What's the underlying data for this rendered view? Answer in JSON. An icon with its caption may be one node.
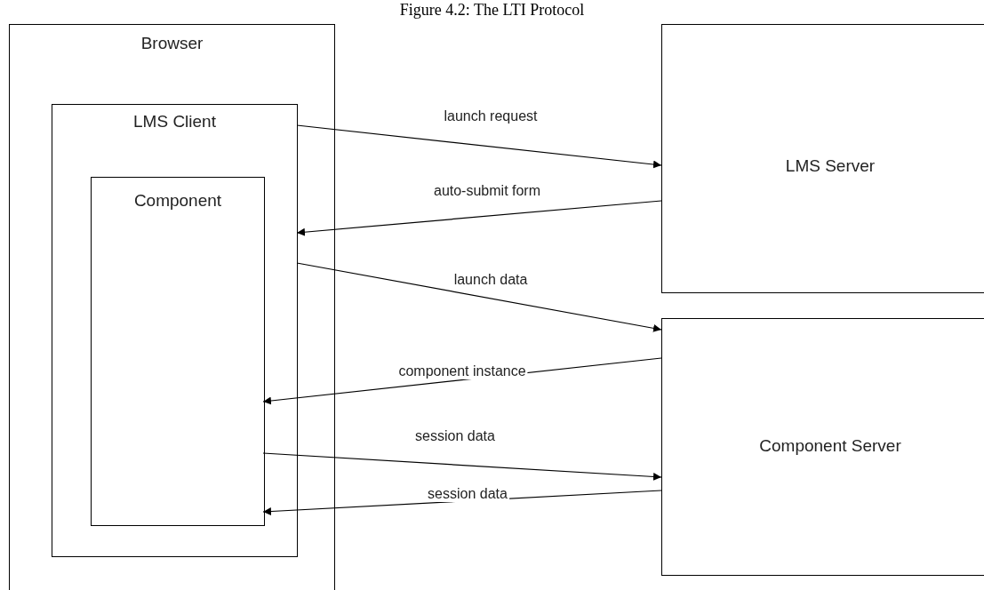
{
  "diagram": {
    "title": "Figure 4.2: The LTI Protocol",
    "nodes": [
      {
        "text": [
          "Browser"
        ]
      },
      {
        "text": [
          "LMS Client"
        ],
        "in": 0
      },
      {
        "text": [
          "Component"
        ],
        "in": 1
      },
      {
        "text": [
          "LMS Server"
        ]
      },
      {
        "text": [
          "Component Server"
        ]
      }
    ],
    "edges": [
      {
        "from": 1,
        "to": 3,
        "arrow": "to",
        "label": "launch request"
      },
      {
        "from": 3,
        "to": 1,
        "arrow": "to",
        "label": "auto-submit form"
      },
      {
        "from": 1,
        "to": 4,
        "arrow": "to",
        "label": "launch data"
      },
      {
        "from": 4,
        "to": 2,
        "arrow": "to",
        "label": "component instance"
      },
      {
        "from": 2,
        "to": 4,
        "arrow": "to",
        "label": "session data"
      },
      {
        "from": 4,
        "to": 2,
        "arrow": "to",
        "label": "session data"
      }
    ]
  }
}
